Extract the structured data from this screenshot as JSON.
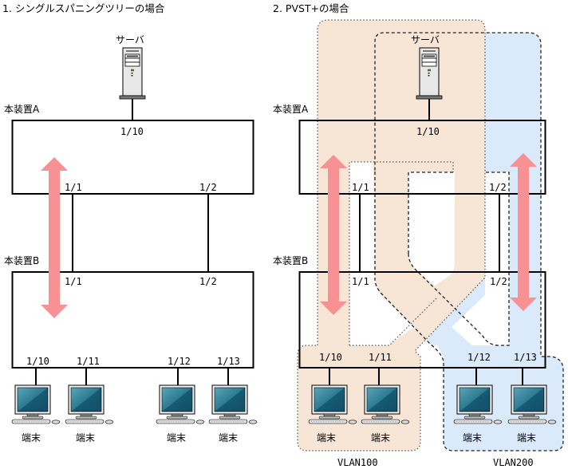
{
  "colors": {
    "vlan100_fill": "#f7e6d6",
    "vlan200_fill": "#dbeafa",
    "arrow": "#f79193",
    "line": "#000000",
    "screen": "#1e5a70"
  },
  "left": {
    "title": "1. シングルスパニングツリーの場合",
    "server_label": "サーバ",
    "device_a_label": "本装置A",
    "device_b_label": "本装置B",
    "ports_a": {
      "uplink": "1/10",
      "p1": "1/1",
      "p2": "1/2"
    },
    "ports_b": {
      "p1": "1/1",
      "p2": "1/2",
      "p10": "1/10",
      "p11": "1/11",
      "p12": "1/12",
      "p13": "1/13"
    },
    "terminals": [
      "端末",
      "端末",
      "端末",
      "端末"
    ]
  },
  "right": {
    "title": "2. PVST+の場合",
    "server_label": "サーバ",
    "device_a_label": "本装置A",
    "device_b_label": "本装置B",
    "ports_a": {
      "uplink": "1/10",
      "p1": "1/1",
      "p2": "1/2"
    },
    "ports_b": {
      "p1": "1/1",
      "p2": "1/2",
      "p10": "1/10",
      "p11": "1/11",
      "p12": "1/12",
      "p13": "1/13"
    },
    "terminals": [
      "端末",
      "端末",
      "端末",
      "端末"
    ],
    "vlan100_label": "VLAN100",
    "vlan200_label": "VLAN200"
  }
}
